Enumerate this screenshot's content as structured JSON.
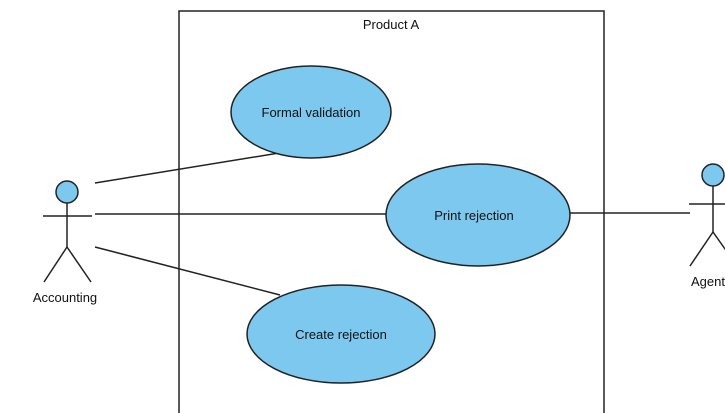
{
  "system": {
    "title": "Product A"
  },
  "actors": {
    "accounting": {
      "label": "Accounting"
    },
    "agent": {
      "label": "Agent"
    }
  },
  "use_cases": {
    "formal_validation": {
      "label": "Formal validation"
    },
    "print_rejection": {
      "label": "Print rejection"
    },
    "create_rejection": {
      "label": "Create rejection"
    }
  },
  "colors": {
    "use_case_fill": "#7cc8ee",
    "actor_head_fill": "#7cc8ee",
    "stroke": "#222222"
  }
}
